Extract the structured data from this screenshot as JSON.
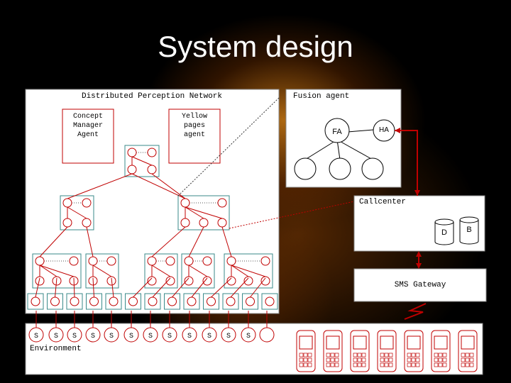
{
  "slide": {
    "title": "System design"
  },
  "dpn": {
    "title": "Distributed Perception Network",
    "concept_manager": "Concept\nManager\nAgent",
    "yellow_pages": "Yellow\npages\nagent"
  },
  "fusion": {
    "title": "Fusion agent",
    "fa_label": "FA",
    "ha_label": "HA"
  },
  "callcenter": {
    "title": "Callcenter",
    "db_labels": [
      "D",
      "B"
    ]
  },
  "sms": {
    "title": "SMS Gateway"
  },
  "environment": {
    "label": "Environment",
    "sensors": [
      "S",
      "S",
      "S",
      "S",
      "S",
      "S",
      "S",
      "S",
      "S",
      "S",
      "S",
      "S"
    ]
  },
  "colors": {
    "node": "#c00000",
    "box_border": "#3a8a8a",
    "accent_line": "#c00000"
  }
}
